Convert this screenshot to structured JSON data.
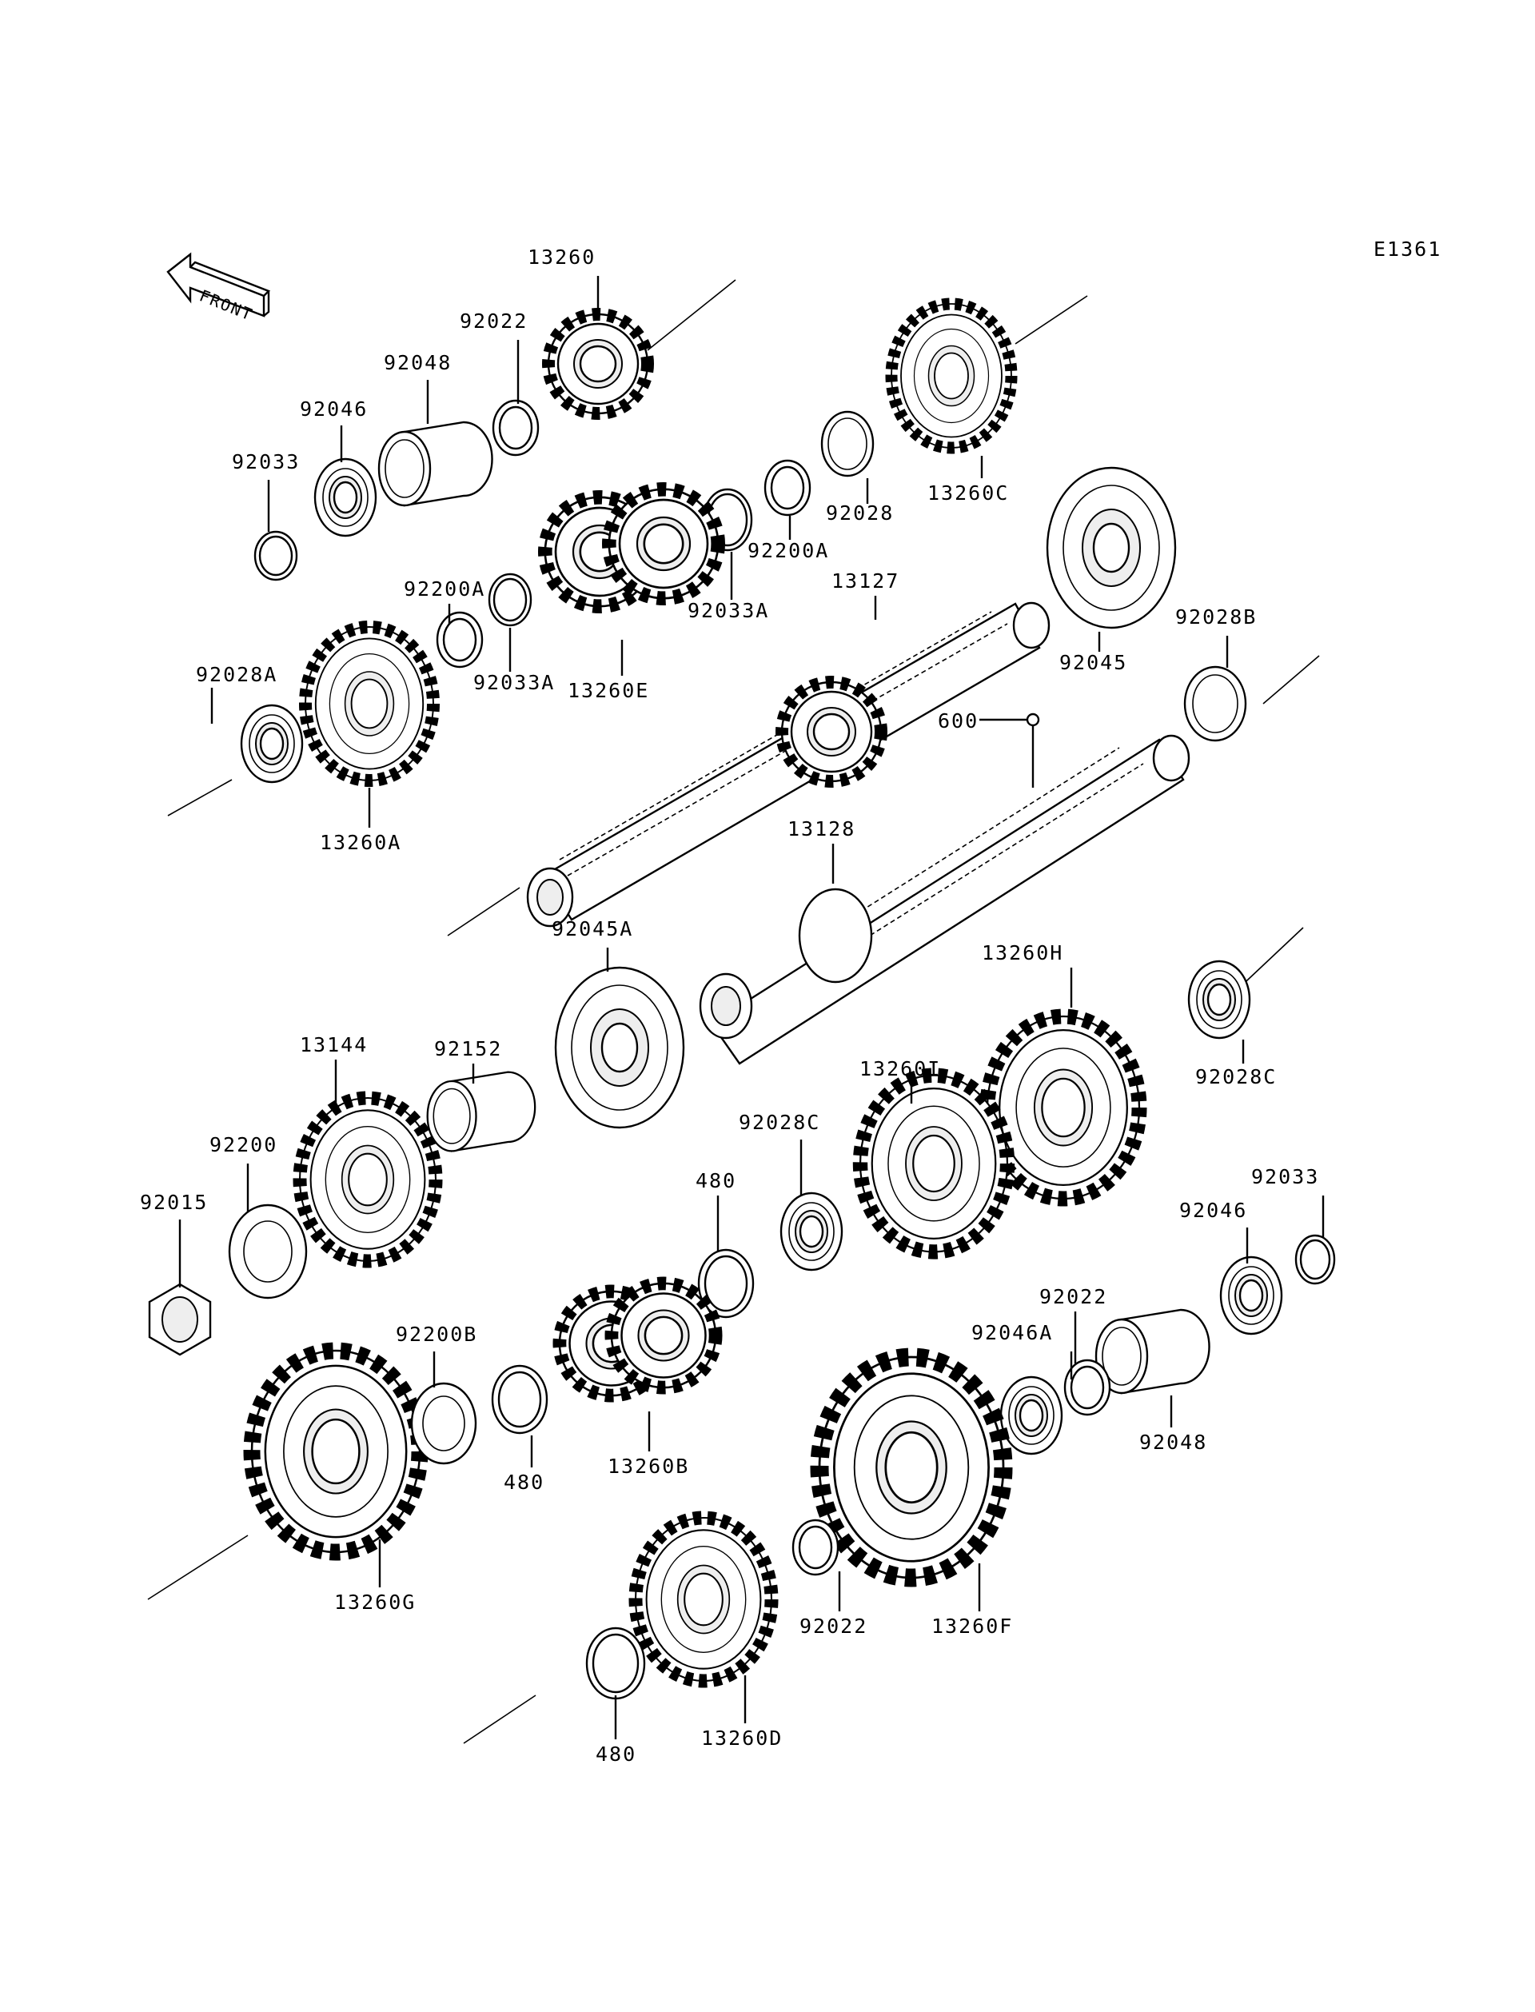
{
  "diagram_code": "E1361",
  "front_label": "FRONT",
  "labels": {
    "l_13260": "13260",
    "l_92022_top": "92022",
    "l_92048_top": "92048",
    "l_92046_top": "92046",
    "l_92033_top": "92033",
    "l_13260C": "13260C",
    "l_92028": "92028",
    "l_92200A_right": "92200A",
    "l_92033A_mid": "92033A",
    "l_92200A_left": "92200A",
    "l_92033A_low": "92033A",
    "l_13260E": "13260E",
    "l_13127": "13127",
    "l_92045": "92045",
    "l_92028B": "92028B",
    "l_92028A": "92028A",
    "l_13260A": "13260A",
    "l_600": "600",
    "l_13128": "13128",
    "l_92045A": "92045A",
    "l_13260H": "13260H",
    "l_13260I": "13260I",
    "l_92028C_right": "92028C",
    "l_13144": "13144",
    "l_92152": "92152",
    "l_92200": "92200",
    "l_92015": "92015",
    "l_92028C_mid": "92028C",
    "l_480_a": "480",
    "l_92033_bot": "92033",
    "l_92046_bot": "92046",
    "l_92022_bot": "92022",
    "l_92046A": "92046A",
    "l_92048_bot": "92048",
    "l_92200B": "92200B",
    "l_480_b": "480",
    "l_13260B": "13260B",
    "l_13260G": "13260G",
    "l_92022_low": "92022",
    "l_13260F": "13260F",
    "l_480_c": "480",
    "l_13260D": "13260D"
  }
}
